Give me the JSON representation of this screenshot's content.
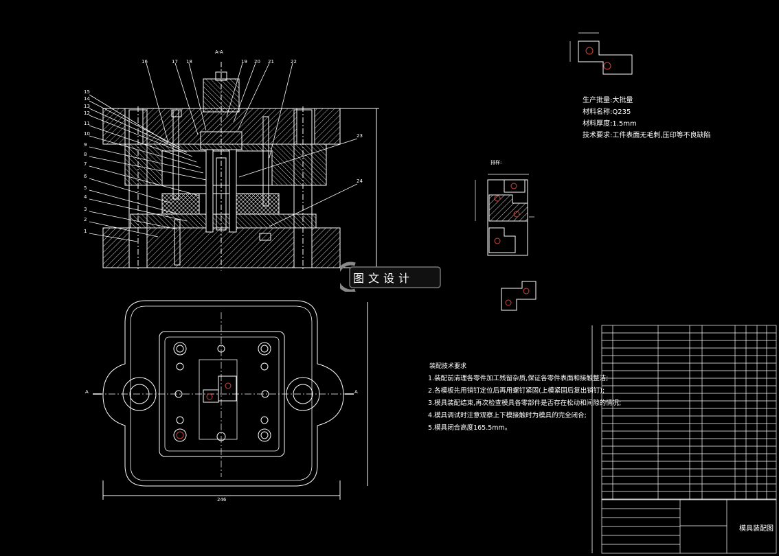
{
  "section": {
    "title": "A-A",
    "numbers_left": [
      "15",
      "14",
      "13",
      "12",
      "11",
      "10",
      "9",
      "8",
      "7",
      "6",
      "5",
      "4",
      "3",
      "2",
      "1"
    ],
    "numbers_top": [
      "16",
      "17",
      "18",
      "19",
      "20",
      "21",
      "22"
    ],
    "numbers_right": [
      "23",
      "24"
    ]
  },
  "plan_view": {
    "label_left": "A",
    "label_right": "A",
    "bottom_dim": "246"
  },
  "part_spec": {
    "line1": "生产批量:大批量",
    "line2": "材料名称:Q235",
    "line3": "材料厚度:1.5mm",
    "line4": "技术要求:工件表面无毛刺,压印等不良缺陷"
  },
  "strip": {
    "label": "排样:"
  },
  "notes": {
    "title": "装配技术要求",
    "items": [
      "1.装配前清理各零件加工残留杂质,保证各零件表面和接触整洁;",
      "2.各模板先用销钉定位后再用螺钉紧固(上模紧固后复出销钉);",
      "3.模具装配结束,再次检查模具各零部件是否存在松动和间隙的情况;",
      "4.模具调试时注意观察上下模接触时为模具的完全闭合;",
      "5.模具闭合高度165.5mm。"
    ]
  },
  "title_block": {
    "drawing_name": "模具装配图"
  },
  "watermark": {
    "text": "图文设计"
  },
  "colors": {
    "background": "#000000",
    "line": "#ffffff",
    "hatch": "#ffffff",
    "accent": "#d0463c"
  }
}
